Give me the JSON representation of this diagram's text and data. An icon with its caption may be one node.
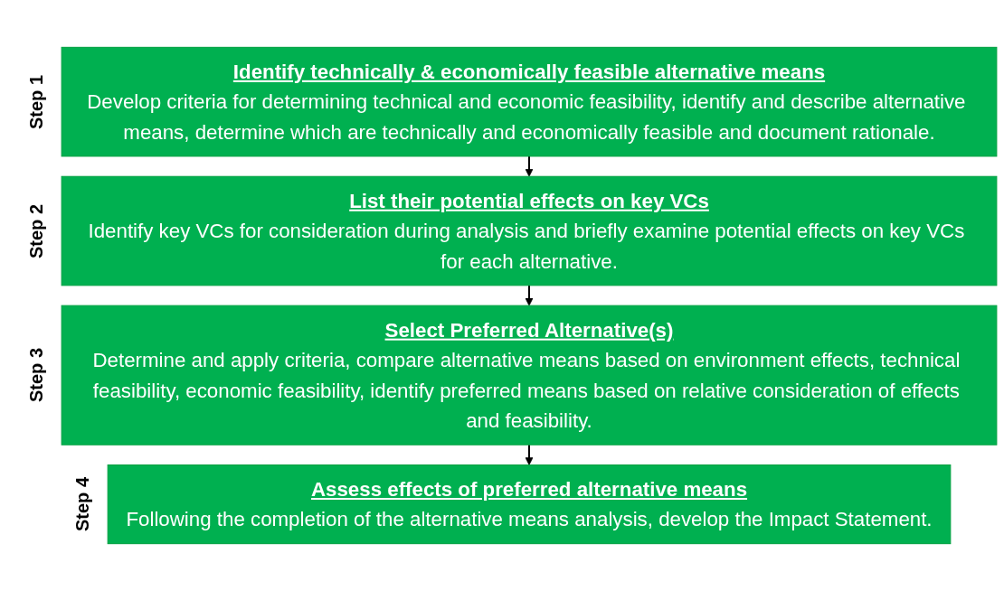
{
  "diagram": {
    "nodes": [
      {
        "text": [
          "Identify technically & economically feasible alternative means",
          "Develop criteria for determining technical and economic feasibility, identify and describe alternative means, determine which are technically and economically feasible and document rationale."
        ],
        "beside": [
          "Step 1"
        ]
      },
      {
        "text": [
          "List their potential effects on key VCs",
          "Identify key VCs for consideration during analysis and briefly examine potential effects on key VCs for each alternative."
        ],
        "beside": [
          "Step 2"
        ]
      },
      {
        "text": [
          "Select Preferred Alternative(s)",
          "Determine and apply criteria, compare alternative means based on environment effects, technical feasibility, economic feasibility, identify preferred means based on relative consideration of effects and feasibility."
        ],
        "beside": [
          "Step 3"
        ]
      },
      {
        "text": [
          "Assess effects of preferred alternative means",
          "Following the completion of the alternative means analysis, develop the Impact Statement."
        ],
        "beside": [
          "Step 4"
        ]
      }
    ],
    "edges": [
      {
        "from": 0,
        "to": 1,
        "arrow": "to"
      },
      {
        "from": 1,
        "to": 2,
        "arrow": "to"
      },
      {
        "from": 2,
        "to": 3,
        "arrow": "to"
      }
    ]
  }
}
